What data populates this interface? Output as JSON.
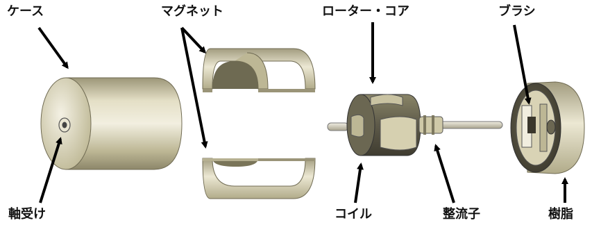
{
  "labels": {
    "case": "ケース",
    "magnet": "マグネット",
    "rotor_core": "ローター・コア",
    "brush": "ブラシ",
    "bearing": "軸受け",
    "coil": "コイル",
    "commutator": "整流子",
    "resin": "樹脂"
  },
  "colors": {
    "body_light": "#e8e4d0",
    "body_mid": "#c9c3a2",
    "body_dark": "#8f8a6c",
    "core_dark": "#5e5a49",
    "shaft": "#d8d4c4",
    "arrow": "#000000"
  }
}
